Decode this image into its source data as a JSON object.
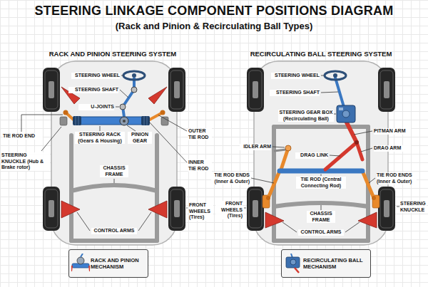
{
  "diagram": {
    "title": "STEERING LINKAGE COMPONENT POSITIONS DIAGRAM",
    "nodes": [
      {
        "text": [
          "RACK AND PINION MECHANISM"
        ]
      },
      {
        "text": [
          "RECIRCULATING BALL MECHANISM"
        ]
      }
    ],
    "labels": [
      "(Rack and Pinion & Recirculating Ball Types)",
      "RACK AND PINION STEERING SYSTEM",
      "RECIRCULATING BALL STEERING SYSTEM",
      "STEERING WHEEL",
      "STEERING SHAFT",
      "U-JOINTS",
      "TIE ROD END",
      "STEERING RACK (Gears & Housing)",
      "PINION GEAR",
      "OUTER TIE ROD",
      "STEERING KNUCKLE (Hub & Brake rotor)",
      "INNER TIE ROD",
      "CHASSIS FRAME",
      "FRONT WHEELS (Tires)",
      "CONTROL ARMS",
      "STEERING WHEEL",
      "STEERING SHAFT",
      "STEERING GEAR BOX (Recirculating Ball)",
      "PITMAN ARM",
      "IDLER ARM",
      "DRAG ARM",
      "DRAG LINK",
      "TIE ROD ENDS (Inner & Outer)",
      "TIE ROD (Central Connecting Rod)",
      "TIE ROD ENDS (Inner & Outer)",
      "FRONT WHEELS (Tires)",
      "STEERING KNUCKLE",
      "CHASSIS FRAME",
      "CONTROL ARMS"
    ]
  }
}
